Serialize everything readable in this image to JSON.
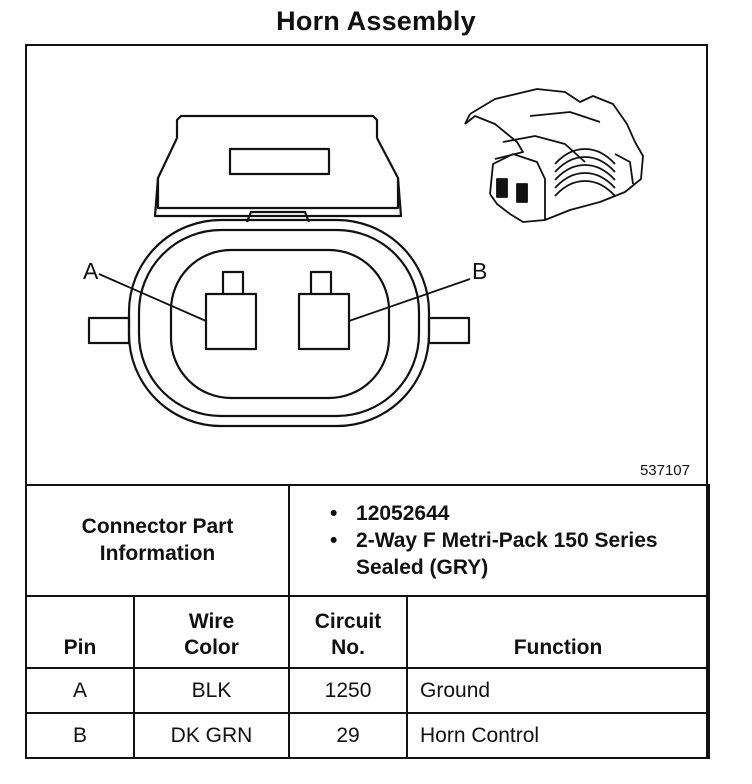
{
  "title": "Horn Assembly",
  "figure_number": "537107",
  "callouts": {
    "pin_a": "A",
    "pin_b": "B"
  },
  "connector_part_info": {
    "label": "Connector Part Information",
    "items": [
      "12052644",
      "2-Way F Metri-Pack 150 Series Sealed (GRY)"
    ]
  },
  "table": {
    "headers": [
      "Pin",
      "Wire Color",
      "Circuit No.",
      "Function"
    ],
    "rows": [
      [
        "A",
        "BLK",
        "1250",
        "Ground"
      ],
      [
        "B",
        "DK GRN",
        "29",
        "Horn Control"
      ]
    ]
  }
}
